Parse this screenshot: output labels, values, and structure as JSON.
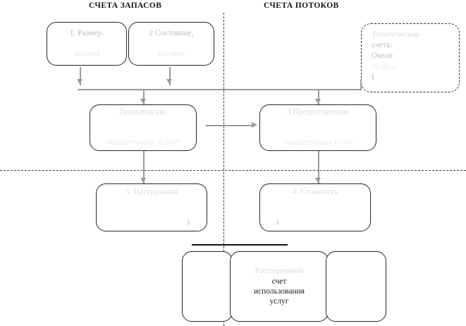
{
  "headings": {
    "stocks": "СЧЕТА ЗАПАСОВ",
    "flows": "СЧЕТА ПОТОКОВ"
  },
  "boxes": {
    "asset_extent": {
      "line1": "1.  Размер.",
      "line2": "активов"
    },
    "asset_condition": {
      "line1": "2 Состояние,",
      "line2": "активов"
    },
    "supply": {
      "line1": "Производство",
      "line2": "экосистемных услуг*"
    },
    "provision": {
      "line1": "3 Предоставление",
      "line2": "экосистемных услуг"
    },
    "physical": {
      "line1": "5. Натуральная",
      "line2": "з"
    },
    "monetary": {
      "line1": "4. Стоимость",
      "line2": "з"
    },
    "bottom_left": {
      "line1": ""
    },
    "bottom_center": {
      "line1": "Расширенный",
      "line2": "счет",
      "line3": "использования",
      "line4": "услуг"
    },
    "bottom_right": {
      "line1": ""
    }
  },
  "thematic": {
    "line1": "Тематические",
    "line2": "счета:",
    "line3": "Океан",
    "line4": "Услуги",
    "line5": "І"
  },
  "colors": {
    "connector": "#9a9a9a",
    "divider": "#3a3a3a",
    "box_border": "#262626",
    "bar": "#111111",
    "background": "#ffffff"
  }
}
